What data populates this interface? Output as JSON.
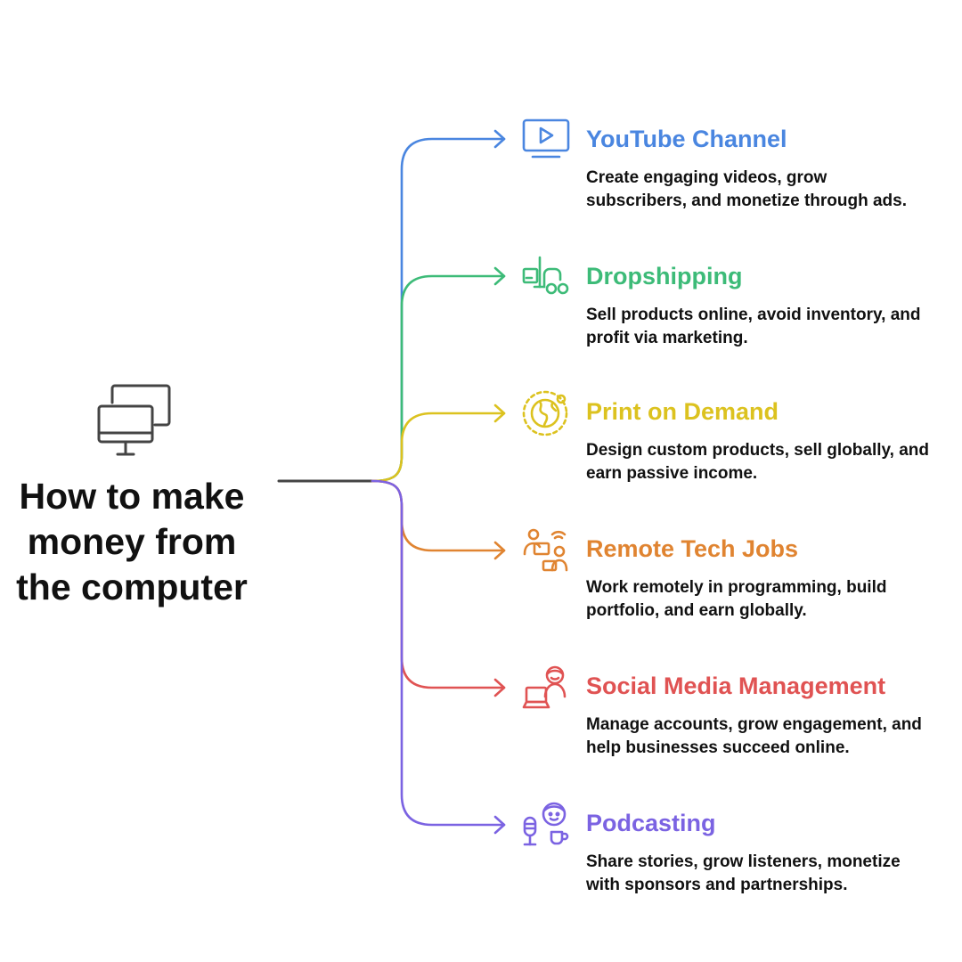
{
  "title_lines": [
    "How to make",
    "money from",
    "the computer"
  ],
  "colors": {
    "trunk": "#444444",
    "blue": "#4a86e0",
    "green": "#3dbb78",
    "yellow": "#dcc21f",
    "orange": "#e08431",
    "red": "#e05353",
    "purple": "#7b63e2"
  },
  "items": [
    {
      "title": "YouTube Channel",
      "desc_lines": [
        "Create engaging videos, grow",
        "subscribers, and monetize through ads."
      ],
      "color": "#4a86e0",
      "icon": "video-play-icon"
    },
    {
      "title": "Dropshipping",
      "desc_lines": [
        "Sell products online, avoid inventory, and",
        "profit via marketing."
      ],
      "color": "#3dbb78",
      "icon": "forklift-icon"
    },
    {
      "title": "Print on Demand",
      "desc_lines": [
        "Design custom products, sell globally, and",
        "earn passive income."
      ],
      "color": "#dcc21f",
      "icon": "globe-icon"
    },
    {
      "title": "Remote Tech Jobs",
      "desc_lines": [
        "Work remotely in programming, build",
        "portfolio, and earn globally."
      ],
      "color": "#e08431",
      "icon": "remote-worker-icon"
    },
    {
      "title": "Social Media Management",
      "desc_lines": [
        "Manage accounts, grow engagement, and",
        "help businesses succeed online."
      ],
      "color": "#e05353",
      "icon": "social-manager-icon"
    },
    {
      "title": "Podcasting",
      "desc_lines": [
        "Share stories, grow listeners, monetize",
        "with sponsors and partnerships."
      ],
      "color": "#7b63e2",
      "icon": "podcast-icon"
    }
  ]
}
